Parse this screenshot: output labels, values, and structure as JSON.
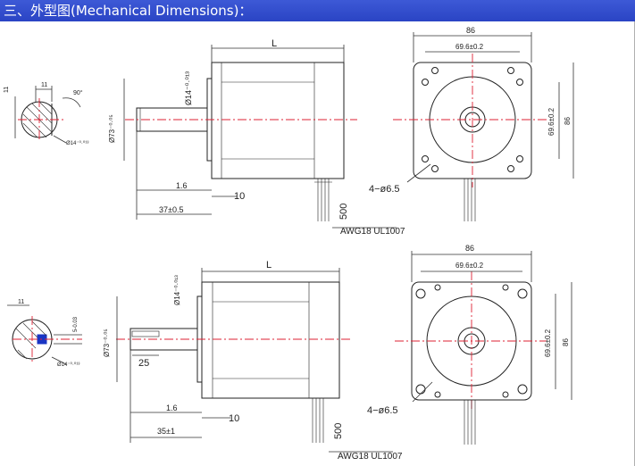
{
  "title": "三、外型图(Mechanical Dimensions)：",
  "top": {
    "flat_width": "11",
    "flat_angle": "90°",
    "shaft_detail": "Ø14⁻⁰·⁰¹³",
    "dim_L": "L",
    "shaft_dia": "Ø14⁻⁰·⁰¹³",
    "boss_dia": "Ø73⁻⁰·⁰⁵",
    "boss_h": "1.6",
    "flange": "10",
    "shaft_len": "37±0.5",
    "lead_len": "500",
    "wire": "AWG18 UL1007",
    "w_outer": "86",
    "w_inner": "69.6±0.2",
    "h_inner": "69.6±0.2",
    "h_outer": "86",
    "holes": "4−ø6.5"
  },
  "bottom": {
    "key_width": "11",
    "key_depth": "5-0.03",
    "shaft_detail": "Ø14⁻⁰·⁰¹³",
    "dim_L": "L",
    "shaft_dia": "Ø14⁻⁰·⁰¹³",
    "boss_dia": "Ø73⁻⁰·⁰⁵",
    "key_len": "25",
    "boss_h": "1.6",
    "flange": "10",
    "shaft_len": "35±1",
    "lead_len": "500",
    "wire": "AWG18 UL1007",
    "w_outer": "86",
    "w_inner": "69.6±0.2",
    "h_inner": "69.6±0.2",
    "h_outer": "86",
    "holes": "4−ø6.5"
  }
}
